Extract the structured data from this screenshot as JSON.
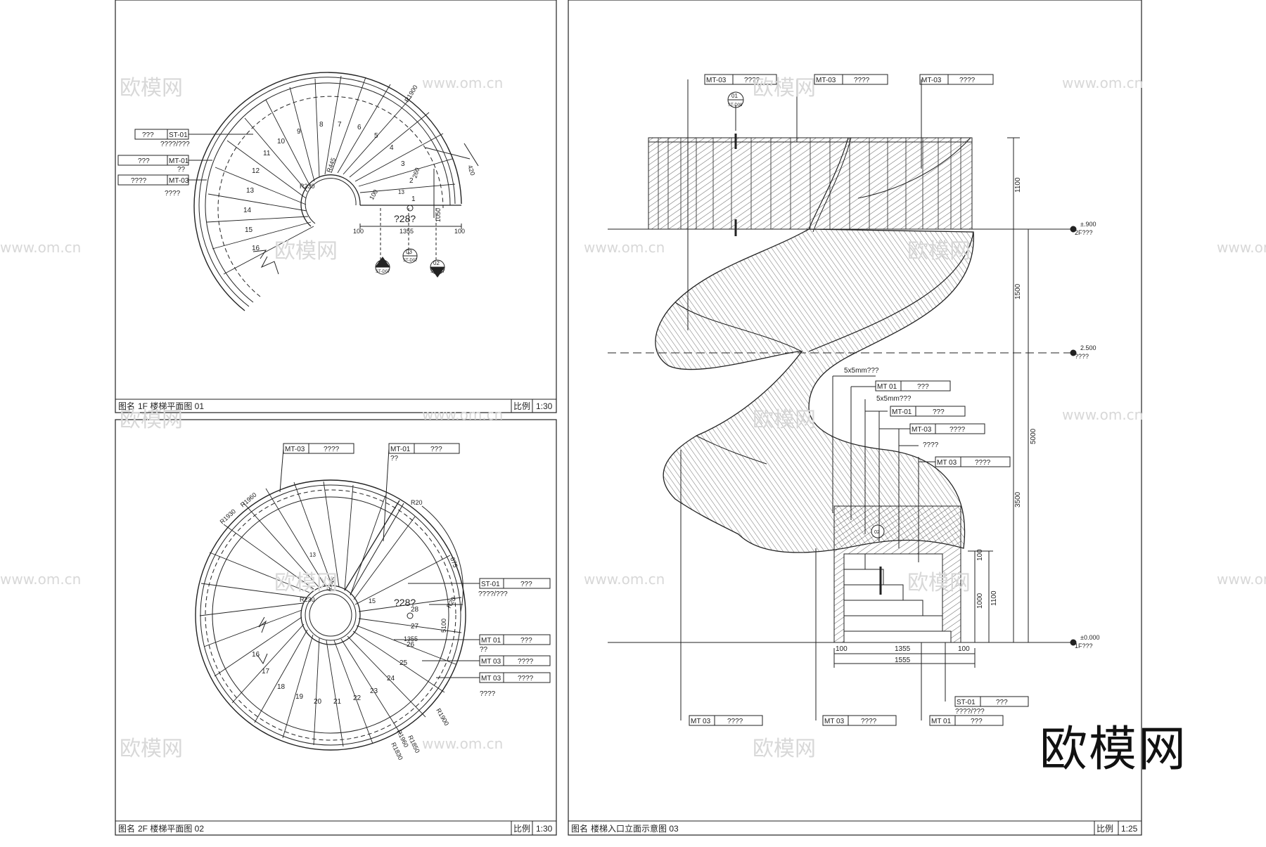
{
  "watermark": {
    "cn": "欧模网",
    "url": "www.om.cn"
  },
  "brand": "欧模网",
  "panel1": {
    "name_label": "图名",
    "title": "1F 楼梯平面图 01",
    "scale_label": "比例",
    "scale": "1:30",
    "steps": [
      "1",
      "2",
      "3",
      "4",
      "5",
      "6",
      "7",
      "8",
      "9",
      "10",
      "11",
      "12",
      "13",
      "14",
      "15",
      "16"
    ],
    "tags": {
      "t1": {
        "code": "ST-01",
        "text": "???",
        "sub": "????/???"
      },
      "t2": {
        "code": "MT-01",
        "text": "???",
        "sub": "??"
      },
      "t3": {
        "code": "MT-03",
        "text": "????",
        "sub": "????"
      }
    },
    "dims": {
      "r_outer": "R1900",
      "r_inner": "R445",
      "r_core": "R230",
      "w420": "420",
      "w260": "260",
      "w1050": "1050",
      "span": "1355",
      "s100a": "100",
      "s100b": "100",
      "tread": "13",
      "count": "?28?",
      "d100": "100"
    },
    "markers": [
      {
        "num": "01",
        "ref": "ST-D07"
      },
      {
        "num": "03",
        "ref": "ST-D07"
      },
      {
        "num": "02",
        "ref": "ST-D07"
      }
    ]
  },
  "panel2": {
    "name_label": "图名",
    "title": "2F 楼梯平面图 02",
    "scale_label": "比例",
    "scale": "1:30",
    "steps": [
      "16",
      "17",
      "18",
      "19",
      "20",
      "21",
      "22",
      "23",
      "24",
      "25",
      "26",
      "27",
      "28"
    ],
    "tags": {
      "t1": {
        "code": "MT-03",
        "text": "????"
      },
      "t2": {
        "code": "MT-01",
        "text": "???",
        "sub": "??"
      },
      "t3": {
        "code": "ST-01",
        "text": "???",
        "sub": "????/???"
      },
      "t4": {
        "code": "MT 01",
        "text": "???",
        "sub": "??"
      },
      "t5": {
        "code": "MT 03",
        "text": "????"
      },
      "t6": {
        "code": "MT 03",
        "text": "????",
        "sub": "????"
      }
    },
    "dims": {
      "r1960": "R1960",
      "r1930": "R1930",
      "r20": "R20",
      "r20b": "R20",
      "a675": "675",
      "r445": "R445",
      "r230": "R230",
      "a15": "15",
      "count": "?28?",
      "w5100": "5100",
      "span": "1355",
      "r1900": "R1900",
      "r1850": "R1850",
      "r1960b": "R1960",
      "r1830": "R1830",
      "tread": "13"
    }
  },
  "panel3": {
    "name_label": "图名",
    "title": "楼梯入口立面示意图 03",
    "scale_label": "比例",
    "scale": "1:25",
    "top_tags": [
      {
        "code": "MT-03",
        "text": "????"
      },
      {
        "code": "MT-03",
        "text": "????"
      },
      {
        "code": "MT-03",
        "text": "????"
      }
    ],
    "marker": {
      "num": "01",
      "ref": "ST-D08"
    },
    "levels": [
      {
        "value": "±.900",
        "label": "2F???"
      },
      {
        "value": "2.500",
        "label": "????"
      },
      {
        "value": "±0.000",
        "label": "1F???"
      }
    ],
    "dims_v": {
      "d1100": "1100",
      "d1500": "1500",
      "d3500": "3500",
      "d5000": "5000",
      "d100": "100",
      "d1000": "1000",
      "d1100b": "1100"
    },
    "dims_h": {
      "a": "100",
      "b": "1355",
      "c": "100",
      "total": "1555"
    },
    "notes": {
      "n1": "5x5mm???",
      "n2": "5x5mm???",
      "n3": "????"
    },
    "right_tags": [
      {
        "code": "MT 01",
        "text": "???"
      },
      {
        "code": "MT-01",
        "text": "???"
      },
      {
        "code": "MT-03",
        "text": "????"
      },
      {
        "code": "MT 03",
        "text": "????"
      }
    ],
    "bottom_tags": [
      {
        "code": "MT 03",
        "text": "????"
      },
      {
        "code": "MT 03",
        "text": "????"
      },
      {
        "code": "MT 01",
        "text": "???"
      },
      {
        "code": "ST-01",
        "text": "???",
        "sub": "????/???"
      }
    ],
    "mid_marker": "02"
  },
  "colors": {
    "line": "#222222",
    "watermark": "#d8d8d8"
  }
}
